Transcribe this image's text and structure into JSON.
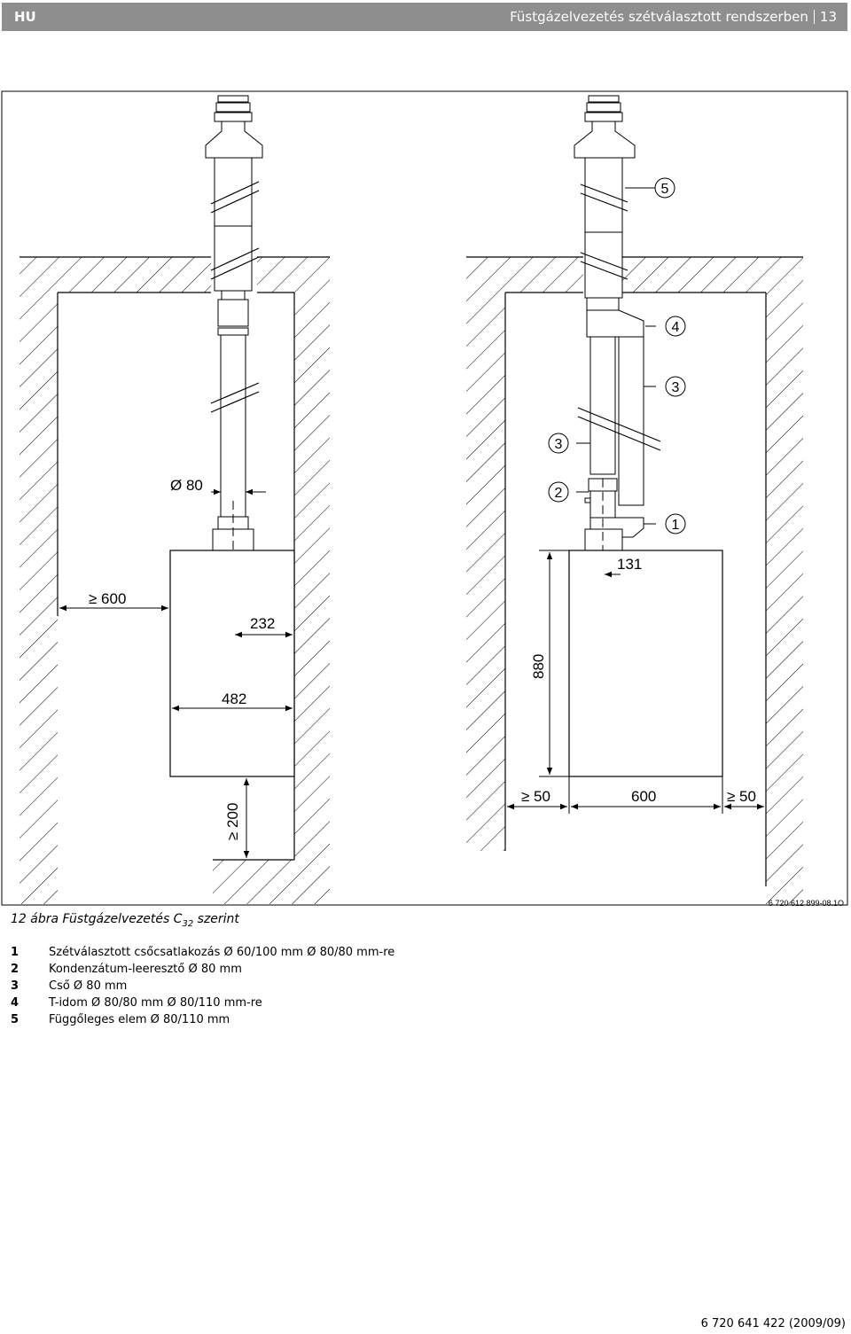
{
  "header": {
    "lang": "HU",
    "title": "Füstgázelvezetés szétválasztott rendszerben",
    "page": "13"
  },
  "figure": {
    "left_labels": {
      "diameter": "Ø 80",
      "clearance_side": "≥ 600",
      "offset": "232",
      "width": "482",
      "clearance_bottom": "≥ 200"
    },
    "right_labels": {
      "offset": "131",
      "height": "880",
      "width": "600",
      "clearance_left": "≥ 50",
      "clearance_right": "≥ 50"
    },
    "callouts": [
      "5",
      "4",
      "3",
      "3",
      "2",
      "1"
    ],
    "ref_code": "6 720 612 899-08.1O"
  },
  "caption": {
    "prefix": "12 ábra  Füstgázelvezetés C",
    "subscript": "32",
    "suffix": " szerint"
  },
  "legend": [
    {
      "num": "1",
      "text": "Szétválasztott csőcsatlakozás Ø 60/100 mm Ø 80/80 mm-re"
    },
    {
      "num": "2",
      "text": "Kondenzátum-leeresztő Ø 80 mm"
    },
    {
      "num": "3",
      "text": "Cső Ø 80 mm"
    },
    {
      "num": "4",
      "text": "T-idom Ø 80/80 mm Ø 80/110 mm-re"
    },
    {
      "num": "5",
      "text": "Függőleges elem Ø 80/110 mm"
    }
  ],
  "footer": "6 720 641 422 (2009/09)"
}
